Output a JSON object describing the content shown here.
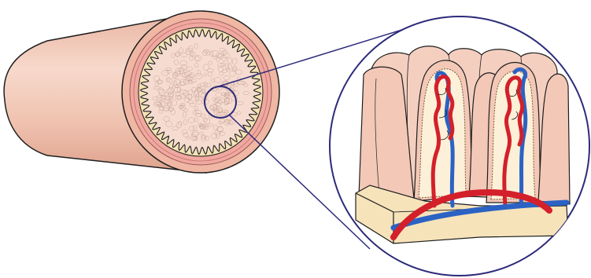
{
  "diagram": {
    "subject": "small-intestine-villi",
    "colors": {
      "outline": "#1e1e1e",
      "tube_outer": "#efc1ae",
      "tube_highlight": "#f7d9cc",
      "tube_shadow": "#e2a995",
      "muscle_ring": "#f0a8a0",
      "mucosa_ring": "#f4e2b4",
      "lumen": "#f6dcd0",
      "zoom_line": "#2d2a7a",
      "villus_fill": "#f4cfc0",
      "villus_core": "#fdf0d8",
      "artery": "#d3202a",
      "vein": "#2b62c4",
      "base_tissue": "#f6e3ba"
    },
    "parts": [
      "intestine-tube",
      "cross-section",
      "zoom-circle",
      "villi",
      "capillary-network",
      "arteriole",
      "venule",
      "submucosa-base"
    ]
  }
}
